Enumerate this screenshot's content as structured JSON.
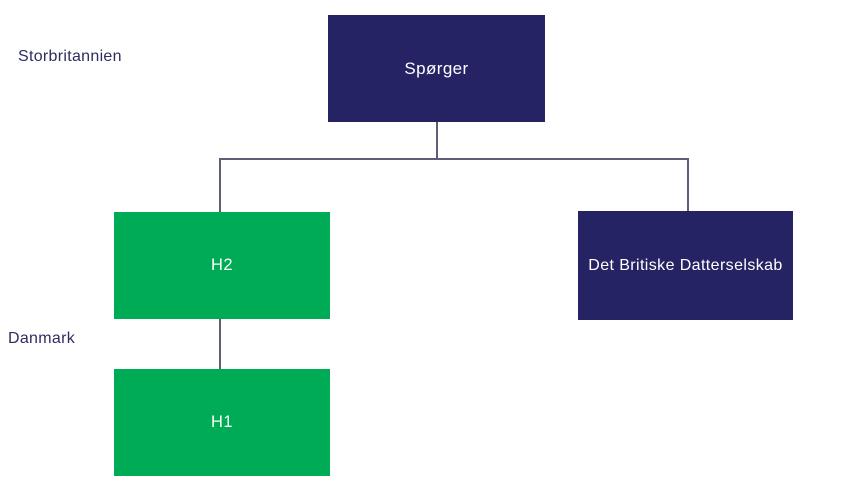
{
  "diagram": {
    "type": "org-chart",
    "background": "#ffffff",
    "colors": {
      "navy": "#252364",
      "green": "#00AB55",
      "connector_line": "#605e76",
      "region_label_text": "#2e2c5f",
      "node_text": "#ffffff"
    },
    "region_labels": [
      {
        "id": "storbritannien",
        "text": "Storbritannien"
      },
      {
        "id": "danmark",
        "text": "Danmark"
      }
    ],
    "nodes": [
      {
        "id": "sporger",
        "label": "Spørger",
        "color": "navy",
        "region": "Storbritannien"
      },
      {
        "id": "h2",
        "label": "H2",
        "color": "green",
        "region": "Danmark"
      },
      {
        "id": "det-britiske-datterselskab",
        "label": "Det Britiske Datterselskab",
        "color": "navy",
        "region": "Storbritannien"
      },
      {
        "id": "h1",
        "label": "H1",
        "color": "green",
        "region": "Danmark"
      }
    ],
    "edges": [
      {
        "from": "sporger",
        "to": "h2"
      },
      {
        "from": "sporger",
        "to": "det-britiske-datterselskab"
      },
      {
        "from": "h2",
        "to": "h1"
      }
    ]
  }
}
